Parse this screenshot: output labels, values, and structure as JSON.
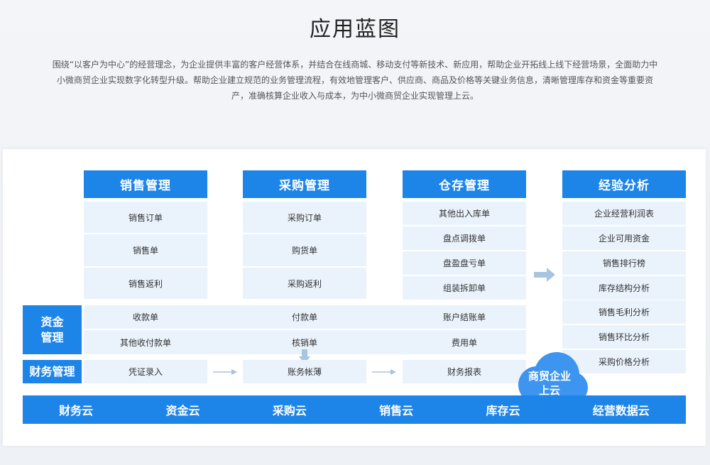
{
  "page": {
    "title": "应用蓝图",
    "intro_lines": [
      "围绕“以客户为中心”的经营理念，为企业提供丰富的客户经营体系，并结合在线商城、移动支付等新技术、新应用，帮助企业开拓线上线下经营场景，全面助力中",
      "小微商贸企业实现数字化转型升级。帮助企业建立规范的业务管理流程，有效地管理客户、供应商、商品及价格等关键业务信息，清晰管理库存和资金等重要资",
      "产，准确核算企业收入与成本，为中小微商贸企业实现管理上云。"
    ]
  },
  "modules": {
    "sales": {
      "title": "销售管理",
      "items": [
        "销售订单",
        "销售单",
        "销售返利"
      ]
    },
    "purchase": {
      "title": "采购管理",
      "items": [
        "采购订单",
        "购货单",
        "采购返利"
      ]
    },
    "inventory": {
      "title": "仓存管理",
      "items": [
        "其他出入库单",
        "盘点调拨单",
        "盘盈盘亏单",
        "组装拆卸单"
      ]
    },
    "analysis": {
      "title": "经验分析",
      "items": [
        "企业经营利润表",
        "企业可用资金",
        "销售排行榜",
        "库存结构分析",
        "销售毛利分析",
        "销售环比分析",
        "采购价格分析"
      ]
    }
  },
  "funds": {
    "label": "资金管理",
    "row1": [
      "收款单",
      "付款单",
      "账户结账单"
    ],
    "row2": [
      "其他收付款单",
      "核销单",
      "费用单"
    ]
  },
  "finance": {
    "label": "财务管理",
    "items": [
      "凭证录入",
      "账务帐薄",
      "财务报表"
    ]
  },
  "cloud_badge": "商贸企业上云",
  "clouds": [
    "财务云",
    "资金云",
    "采购云",
    "销售云",
    "库存云",
    "经营数据云"
  ],
  "colors": {
    "primary": "#1d84e8",
    "cell_bg": "#eaf3fc",
    "arrow": "#a9c4df"
  }
}
